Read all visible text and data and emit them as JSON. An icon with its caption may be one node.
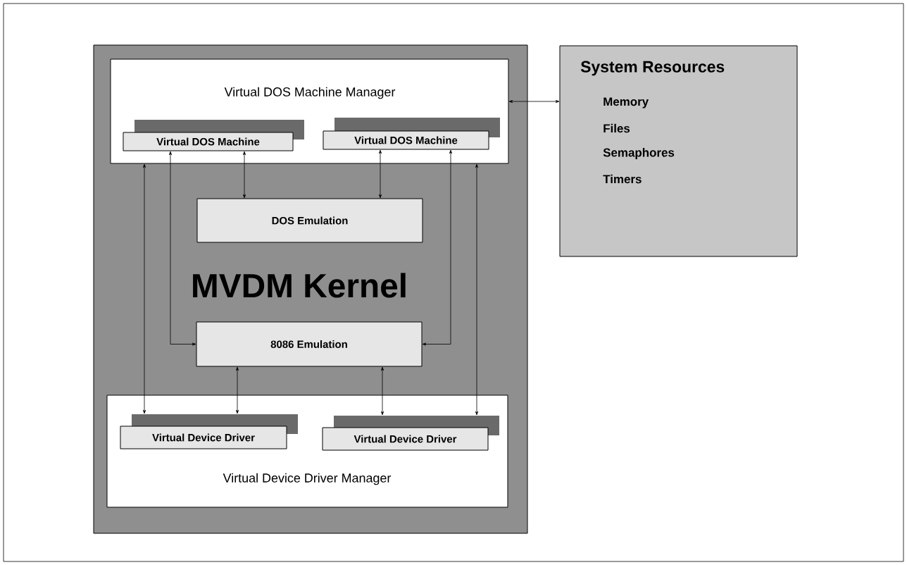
{
  "diagram": {
    "nodes": [
      {
        "text": [
          "MVDM Kernel"
        ]
      },
      {
        "text": [
          "Virtual DOS Machine Manager"
        ],
        "in": 0
      },
      {
        "text": [
          "Virtual DOS Machine"
        ],
        "in": 1
      },
      {
        "text": [
          "Virtual DOS Machine"
        ],
        "in": 1
      },
      {
        "text": [
          "DOS Emulation"
        ],
        "in": 0
      },
      {
        "text": [
          "8086 Emulation"
        ],
        "in": 0
      },
      {
        "text": [
          "Virtual Device Driver Manager"
        ],
        "in": 0
      },
      {
        "text": [
          "Virtual Device Driver"
        ],
        "in": 6
      },
      {
        "text": [
          "Virtual Device Driver"
        ],
        "in": 6
      },
      {
        "text": [
          "System Resources",
          "Memory",
          "Files",
          "Semaphores",
          "Timers"
        ]
      }
    ],
    "edges": [
      {
        "from": 1,
        "to": 9,
        "arrow": "both"
      },
      {
        "from": 1,
        "to": 7,
        "arrow": "both"
      },
      {
        "from": 2,
        "to": 5,
        "arrow": "both"
      },
      {
        "from": 2,
        "to": 4,
        "arrow": "both"
      },
      {
        "from": 3,
        "to": 4,
        "arrow": "both"
      },
      {
        "from": 3,
        "to": 5,
        "arrow": "both"
      },
      {
        "from": 1,
        "to": 8,
        "arrow": "both"
      },
      {
        "from": 5,
        "to": 7,
        "arrow": "both"
      },
      {
        "from": 5,
        "to": 8,
        "arrow": "both"
      }
    ]
  }
}
